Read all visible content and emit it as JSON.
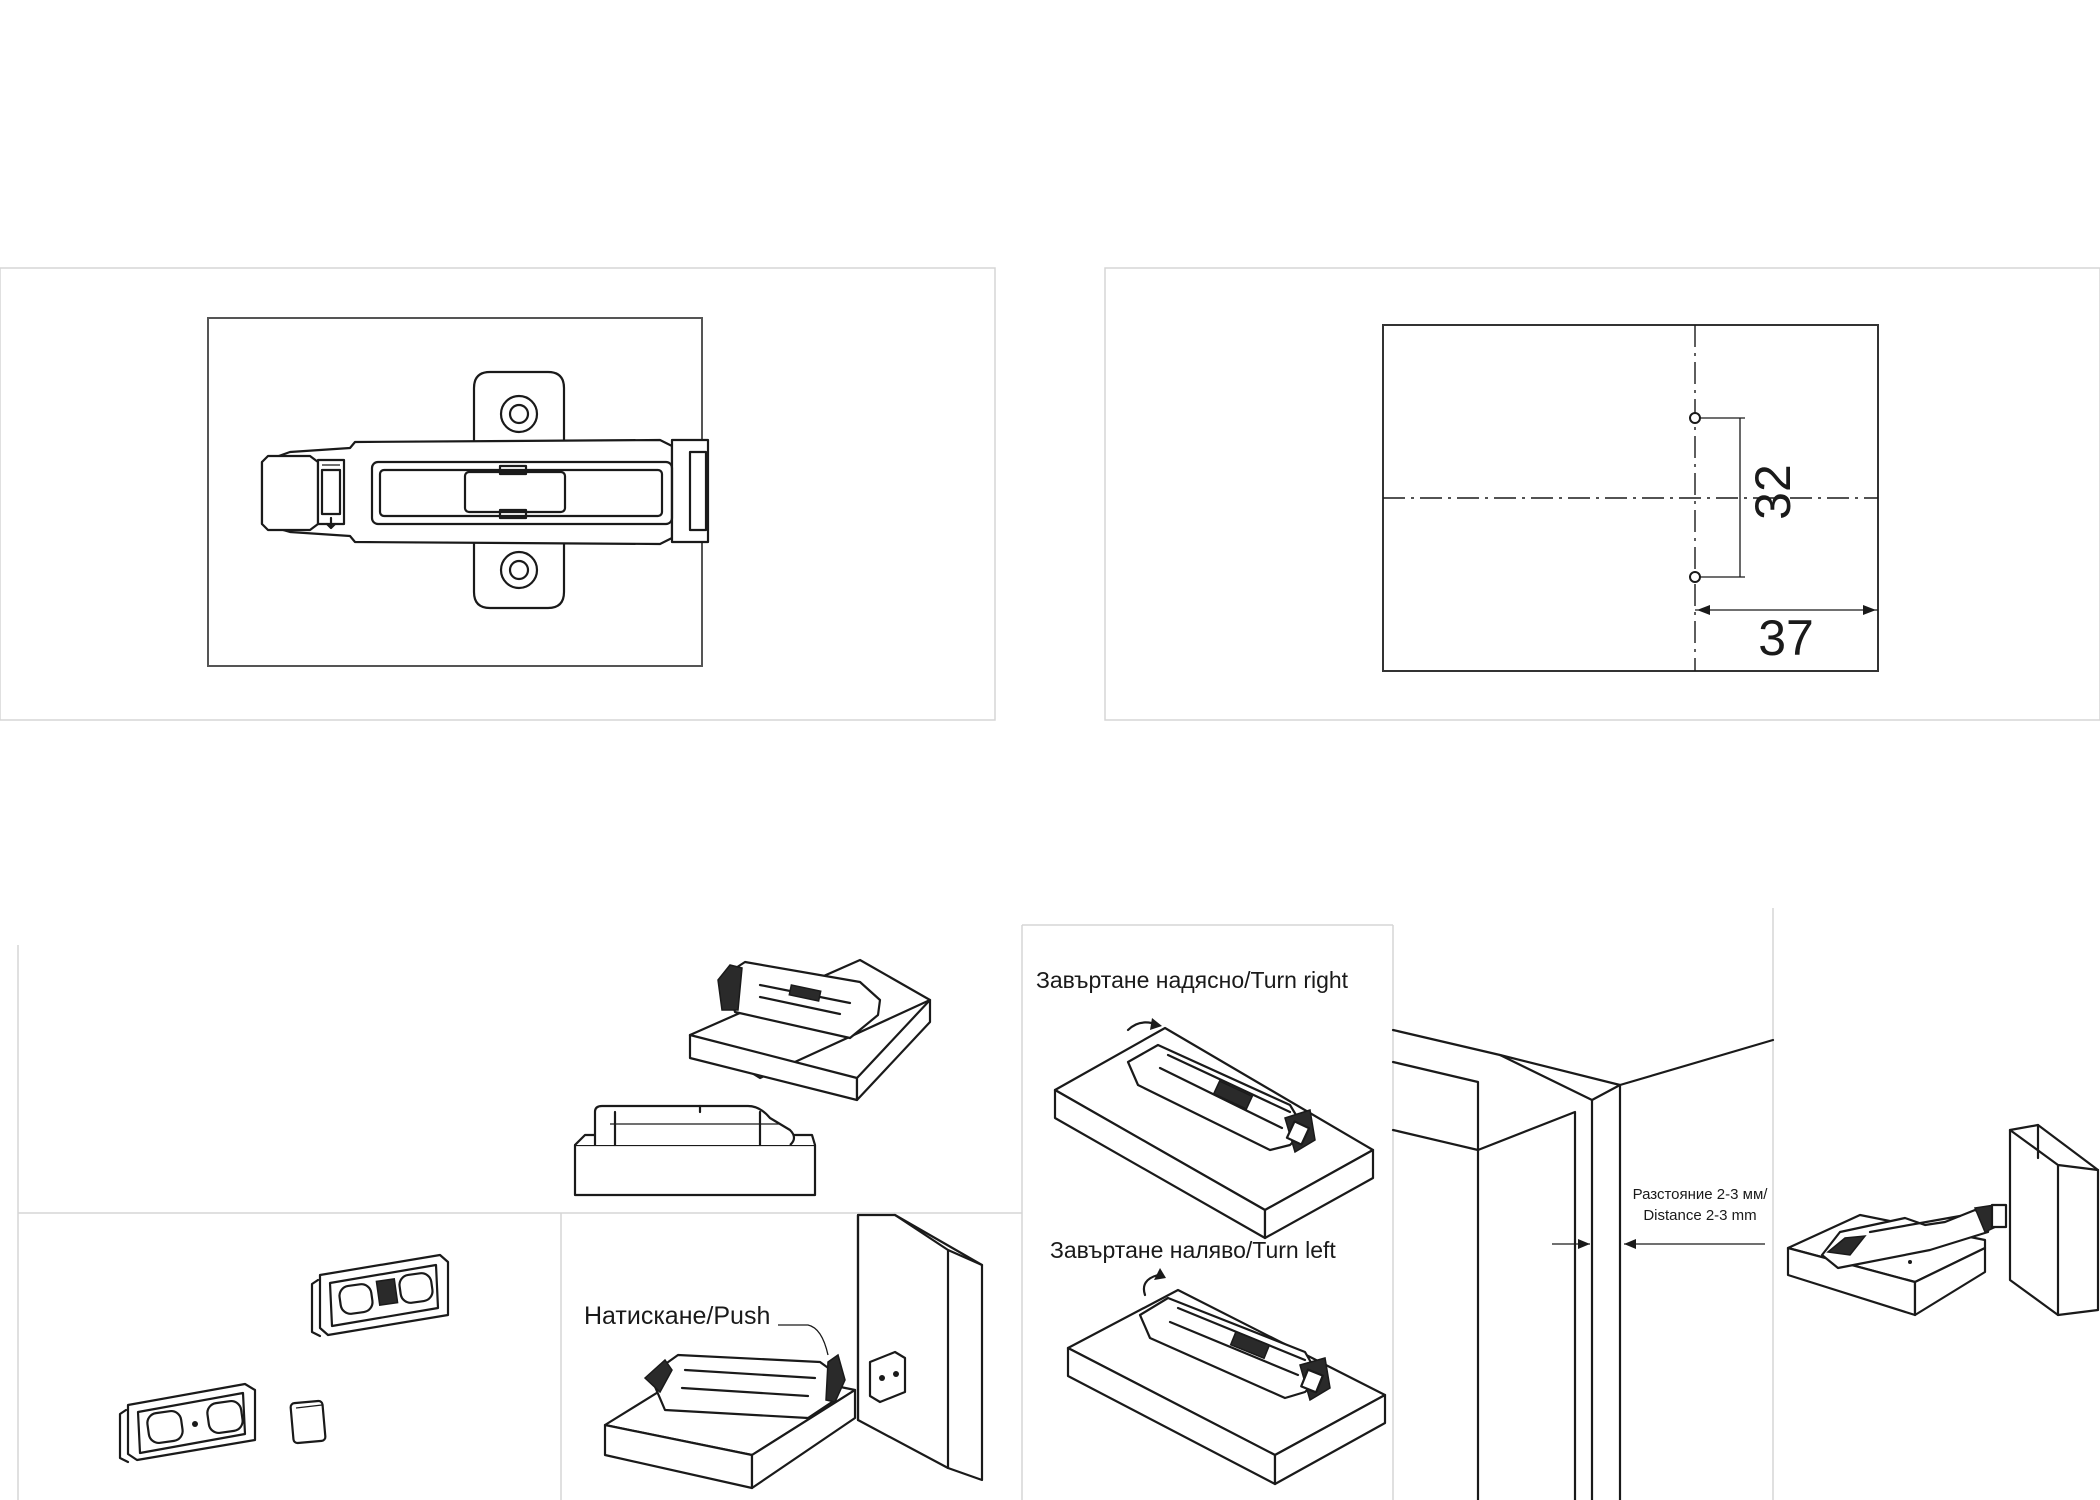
{
  "top_left": {
    "name": "hinge-top-view"
  },
  "top_right": {
    "dim_vertical": "32",
    "dim_horizontal": "37"
  },
  "steps": {
    "push_label": "Натискане/Push",
    "turn_right_label": "Завъртане надясно/Turn right",
    "turn_left_label": "Завъртане наляво/Turn left",
    "distance_label_line1": "Разстояние 2-3 мм/",
    "distance_label_line2": "Distance 2-3 mm"
  },
  "colors": {
    "line": "#1a1a1a",
    "frame": "#d6d6d6",
    "fill_dark": "#2a2a2a",
    "fill_light": "#ffffff"
  }
}
